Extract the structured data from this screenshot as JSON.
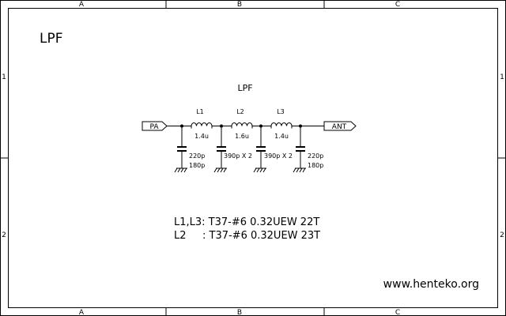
{
  "sheet": {
    "title": "LPF",
    "col_top": [
      "A",
      "B",
      "C"
    ],
    "col_bottom": [
      "A",
      "B",
      "C"
    ],
    "row_left": [
      "1",
      "2"
    ],
    "row_right": [
      "1",
      "2"
    ],
    "website": "www.henteko.org"
  },
  "schematic": {
    "title": "LPF",
    "port_in": "PA",
    "port_out": "ANT",
    "inductors": [
      {
        "ref": "L1",
        "value": "1.4u"
      },
      {
        "ref": "L2",
        "value": "1.6u"
      },
      {
        "ref": "L3",
        "value": "1.4u"
      }
    ],
    "capacitors": [
      {
        "value": "220p",
        "value2": "180p"
      },
      {
        "value": "390p X 2"
      },
      {
        "value": "390p X 2"
      },
      {
        "value": "220p",
        "value2": "180p"
      }
    ]
  },
  "notes": {
    "line1": "L1,L3: T37-#6 0.32UEW 22T",
    "line2_label": "L2",
    "line2_text": ": T37-#6 0.32UEW 23T"
  }
}
